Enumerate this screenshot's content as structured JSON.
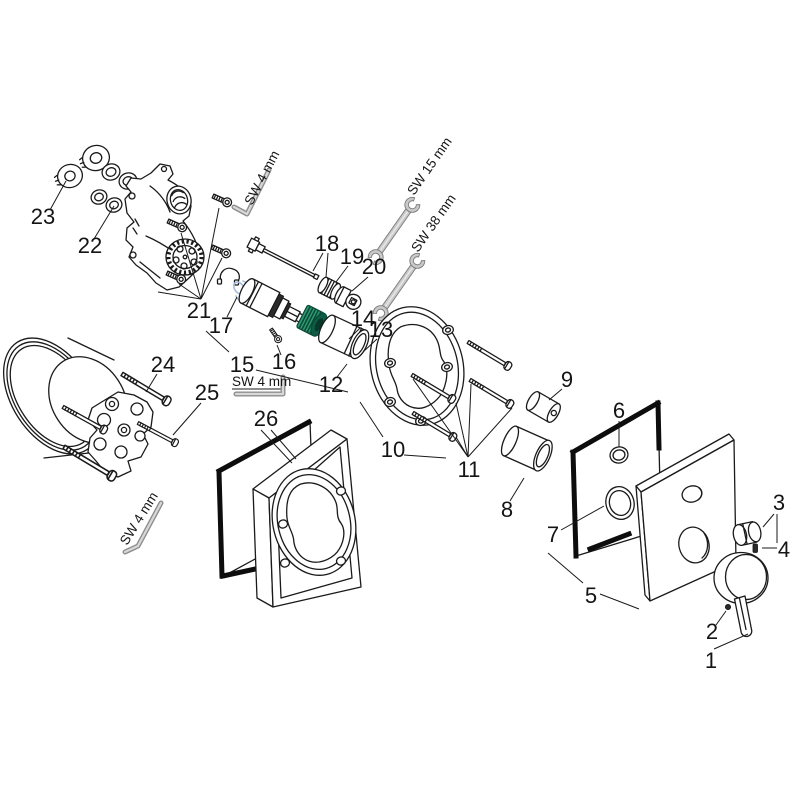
{
  "figure": {
    "background": "#ffffff",
    "line_color": "#1a1a1a",
    "accent_green": "#2f9c74",
    "accent_green_dark": "#0e5c44",
    "clip_blue": "#a6bddb",
    "tool_gray": "#c9c9c9"
  },
  "callouts": {
    "c1": "1",
    "c2": "2",
    "c3": "3",
    "c4": "4",
    "c5": "5",
    "c6": "6",
    "c7": "7",
    "c8": "8",
    "c9": "9",
    "c10": "10",
    "c11": "11",
    "c12": "12",
    "c13": "13",
    "c14": "14",
    "c15": "15",
    "c16": "16",
    "c17": "17",
    "c18": "18",
    "c19": "19",
    "c20": "20",
    "c21": "21",
    "c22": "22",
    "c23": "23",
    "c24": "24",
    "c25": "25",
    "c26": "26"
  },
  "tool_labels": {
    "sw4_top": "SW 4 mm",
    "sw15": "SW 15 mm",
    "sw38": "SW 38 mm",
    "sw4_mid": "SW 4 mm",
    "sw4_bottom": "SW 4 mm"
  }
}
